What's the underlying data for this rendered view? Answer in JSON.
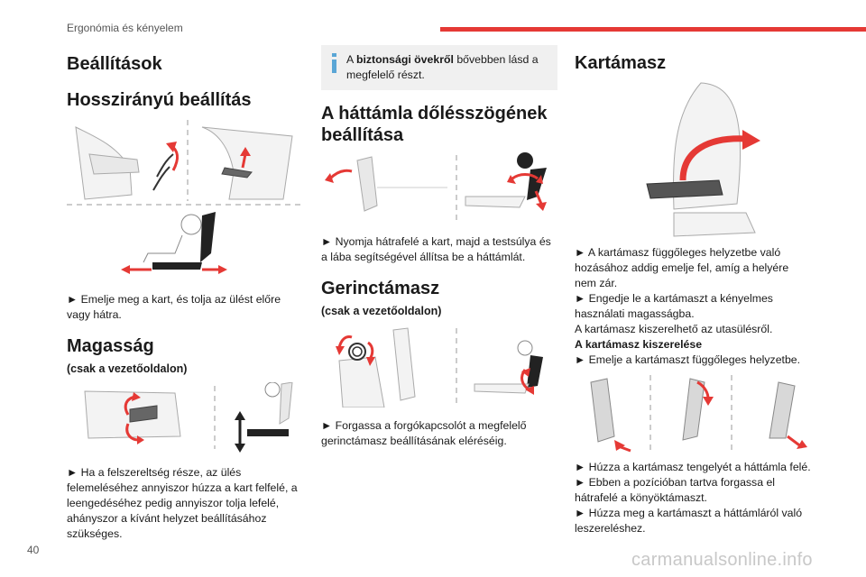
{
  "header": {
    "section": "Ergonómia és kényelem",
    "accent": "#e53935"
  },
  "page_number": "40",
  "watermark": "carmanualsonline.info",
  "col1": {
    "title": "Beállítások",
    "s1_title": "Hosszirányú beállítás",
    "s1_text": "► Emelje meg a kart, és tolja az ülést előre vagy hátra.",
    "s2_title": "Magasság",
    "s2_sub": "(csak a vezetőoldalon)",
    "s2_text": "► Ha a felszereltség része, az ülés felemeléséhez annyiszor húzza a kart felfelé, a leengedéséhez pedig annyiszor tolja lefelé, ahányszor a kívánt helyzet beállításához szükséges."
  },
  "col2": {
    "info_pre": "A ",
    "info_bold": "biztonsági övekről",
    "info_post": " bővebben lásd a megfelelő részt.",
    "s1_title": "A háttámla dőlésszögének beállítása",
    "s1_text": "► Nyomja hátrafelé a kart, majd a testsúlya és a lába segítségével állítsa be a háttámlát.",
    "s2_title": "Gerinctámasz",
    "s2_sub": "(csak a vezetőoldalon)",
    "s2_text": "► Forgassa a forgókapcsolót a megfelelő gerinctámasz beállításának eléréséig."
  },
  "col3": {
    "title": "Kartámasz",
    "text1": "► A kartámasz függőleges helyzetbe való hozásához addig emelje fel, amíg a helyére nem zár.",
    "text2": "► Engedje le a kartámaszt a kényelmes használati magasságba.",
    "text3": "A kartámasz kiszerelhető az utasülésről.",
    "text4": "A kartámasz kiszerelése",
    "text5": "► Emelje a kartámaszt függőleges helyzetbe.",
    "text6": "► Húzza a kartámasz tengelyét a háttámla felé.",
    "text7": "► Ebben a pozícióban tartva forgassa el hátrafelé a könyöktámaszt.",
    "text8": "► Húzza meg a kartámaszt a háttámláról való leszereléshez."
  }
}
